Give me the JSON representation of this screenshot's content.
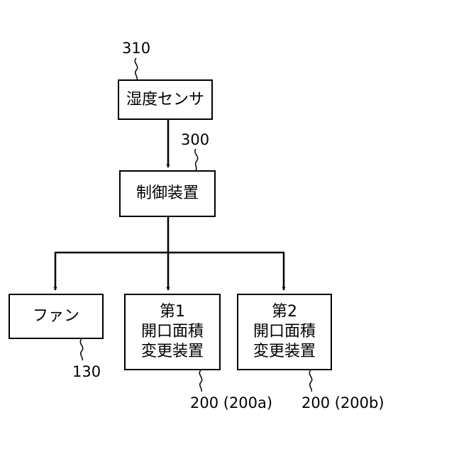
{
  "nodes": {
    "humidity_sensor": {
      "label": "湿度センサ",
      "ref": "310"
    },
    "controller": {
      "label": "制御装置",
      "ref": "300"
    },
    "fan": {
      "label": "ファン",
      "ref": "130"
    },
    "first_device": {
      "lines": [
        "第1",
        "開口面積",
        "変更装置"
      ],
      "ref": "200 (200a)"
    },
    "second_device": {
      "lines": [
        "第2",
        "開口面積",
        "変更装置"
      ],
      "ref": "200 (200b)"
    }
  }
}
